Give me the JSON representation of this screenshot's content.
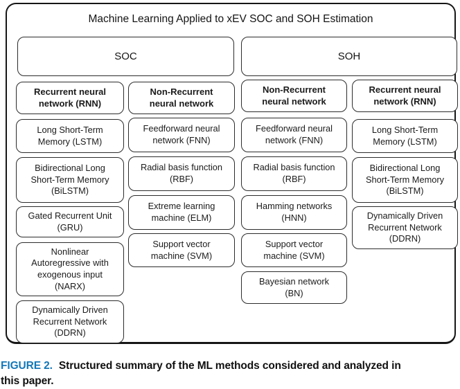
{
  "diagram": {
    "title": "Machine Learning Applied to xEV SOC and SOH Estimation",
    "groups": [
      {
        "id": "soc",
        "label": "SOC"
      },
      {
        "id": "soh",
        "label": "SOH"
      }
    ],
    "columns": [
      {
        "group": "SOC",
        "category": "Recurrent neural network",
        "boxes": [
          {
            "label": "Recurrent neural\nnetwork (RNN)",
            "bold": true
          },
          {
            "label": "Long Short-Term\nMemory (LSTM)",
            "bold": false
          },
          {
            "label": "Bidirectional Long\nShort-Term Memory\n(BiLSTM)",
            "bold": false
          },
          {
            "label": "Gated Recurrent Unit\n(GRU)",
            "bold": false
          },
          {
            "label": "Nonlinear\nAutoregressive with\nexogenous input\n(NARX)",
            "bold": false
          },
          {
            "label": "Dynamically Driven\nRecurrent Network\n(DDRN)",
            "bold": false
          }
        ]
      },
      {
        "group": "SOC",
        "category": "Non-Recurrent neural network",
        "boxes": [
          {
            "label": "Non-Recurrent\nneural network",
            "bold": true
          },
          {
            "label": "Feedforward neural\nnetwork (FNN)",
            "bold": false
          },
          {
            "label": "Radial basis function\n(RBF)",
            "bold": false
          },
          {
            "label": "Extreme learning\nmachine (ELM)",
            "bold": false
          },
          {
            "label": "Support vector\nmachine (SVM)",
            "bold": false
          }
        ]
      },
      {
        "group": "SOH",
        "category": "Non-Recurrent neural network",
        "boxes": [
          {
            "label": "Non-Recurrent\nneural network",
            "bold": true
          },
          {
            "label": "Feedforward neural\nnetwork (FNN)",
            "bold": false
          },
          {
            "label": "Radial basis function\n(RBF)",
            "bold": false
          },
          {
            "label": "Hamming networks\n(HNN)",
            "bold": false
          },
          {
            "label": "Support vector\nmachine (SVM)",
            "bold": false
          },
          {
            "label": "Bayesian network\n(BN)",
            "bold": false
          }
        ]
      },
      {
        "group": "SOH",
        "category": "Recurrent neural network",
        "boxes": [
          {
            "label": "Recurrent neural\nnetwork (RNN)",
            "bold": true
          },
          {
            "label": "Long Short-Term\nMemory (LSTM)",
            "bold": false
          },
          {
            "label": "Bidirectional Long\nShort-Term Memory\n(BiLSTM)",
            "bold": false
          },
          {
            "label": "Dynamically Driven\nRecurrent Network\n(DDRN)",
            "bold": false
          }
        ]
      }
    ]
  },
  "caption": {
    "figure_label": "FIGURE 2.",
    "text": "Structured summary of the ML methods considered and analyzed in this paper."
  },
  "colors": {
    "accent_blue": "#1277b8",
    "border": "#2b2b2b",
    "text": "#1a1a1a",
    "background": "#ffffff"
  }
}
